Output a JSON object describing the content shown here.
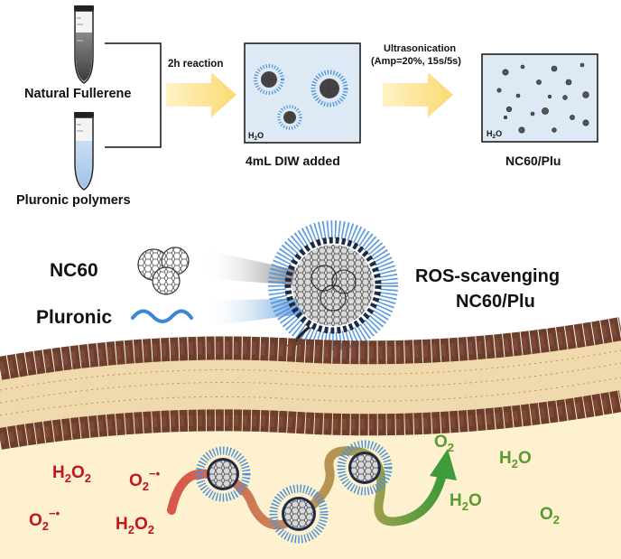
{
  "top": {
    "tube1_label": "Natural Fullerene",
    "tube2_label": "Pluronic polymers",
    "step1_label": "2h reaction",
    "box1_caption": "4mL DIW added",
    "box1_water": "H",
    "box1_water_sub": "2",
    "box1_water_end": "O",
    "step2_label_line1": "Ultrasonication",
    "step2_label_line2": "(Amp=20%, 15s/5s)",
    "box2_caption": "NC60/Plu",
    "box2_water": "H",
    "box2_water_sub": "2",
    "box2_water_end": "O"
  },
  "middle": {
    "nc60_label": "NC60",
    "pluronic_label": "Pluronic",
    "result_line1": "ROS-scavenging",
    "result_line2": "NC60/Plu"
  },
  "bottom": {
    "left_species": [
      {
        "base": "H",
        "sub": "2",
        "mid": "O",
        "sub2": "2",
        "sup": ""
      },
      {
        "base": "O",
        "sub": "2",
        "mid": "",
        "sub2": "",
        "sup": "−•"
      },
      {
        "base": "O",
        "sub": "2",
        "mid": "",
        "sub2": "",
        "sup": "−•"
      },
      {
        "base": "H",
        "sub": "2",
        "mid": "O",
        "sub2": "2",
        "sup": ""
      }
    ],
    "right_species": [
      {
        "base": "O",
        "sub": "2",
        "mid": ""
      },
      {
        "base": "H",
        "sub": "2",
        "mid": "O"
      },
      {
        "base": "H",
        "sub": "2",
        "mid": "O"
      },
      {
        "base": "O",
        "sub": "2",
        "mid": ""
      }
    ]
  },
  "colors": {
    "arrow_yellow": "#fbe49a",
    "box_fill": "#dde9f4",
    "micelle_blue": "#4a90d9",
    "core_dark": "#2b2b2b",
    "membrane_brown": "#6e3e2c",
    "membrane_tail": "#f0d6a8",
    "ros_red": "#c0161c",
    "product_green": "#5a9a2f",
    "bottom_bg": "#fdf1cf"
  }
}
